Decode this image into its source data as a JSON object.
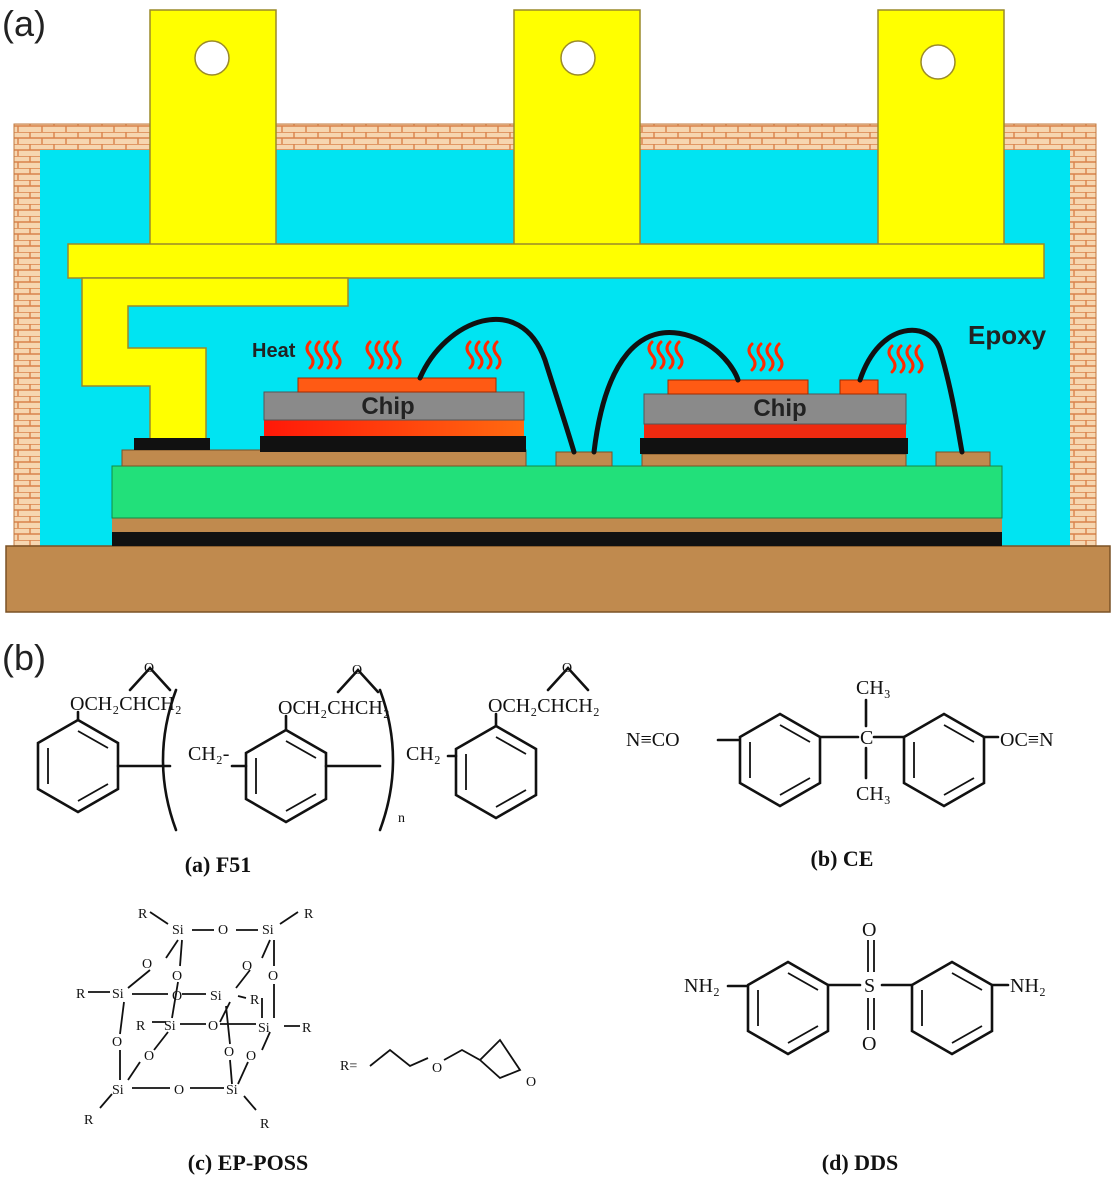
{
  "panel_a": {
    "label": "(a)",
    "chip_label": "Chip",
    "heat_label": "Heat",
    "epoxy_label": "Epoxy",
    "colors": {
      "brick": "#f6d6b0",
      "brick_line": "#d9824a",
      "epoxy": "#00e4f2",
      "terminal": "#ffff00",
      "terminal_edge": "#9a8a2a",
      "copper": "#c08a4e",
      "substrate": "#22e07a",
      "solder": "#111111",
      "die_attach": "#ee2a10",
      "chip": "#8a8a8a",
      "metal_pad": "#ff5a14",
      "heat": "#ff2a00",
      "wire": "#111111"
    }
  },
  "panel_b": {
    "label": "(b)",
    "f51": {
      "caption": "(a) F51",
      "ochch": "OCH₂CHCH₂",
      "o": "O",
      "ch2_link": "CH₂-",
      "ch2_right": "CH₂",
      "n": "n"
    },
    "ce": {
      "caption": "(b) CE",
      "left_group": "N≡CO",
      "right_group": "OC≡N",
      "center": "C",
      "ch3_top": "CH₃",
      "ch3_bottom": "CH₃"
    },
    "epposs": {
      "caption": "(c) EP-POSS",
      "si": "Si",
      "o": "O",
      "r": "R",
      "r_def": "R=",
      "ring_o": "O"
    },
    "dds": {
      "caption": "(d) DDS",
      "nh2_left": "NH₂",
      "nh2_right": "NH₂",
      "s": "S",
      "o": "O"
    }
  }
}
